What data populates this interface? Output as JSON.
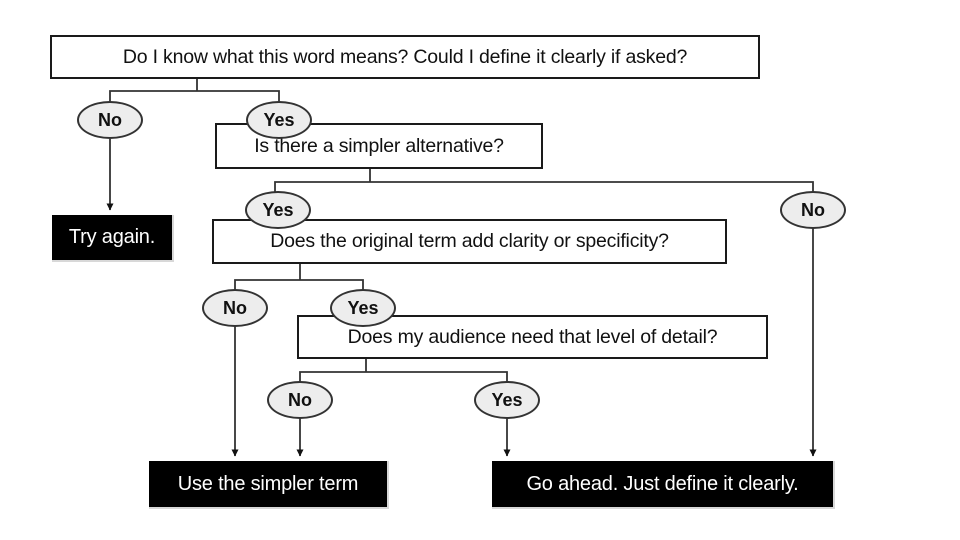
{
  "palette": {
    "background": "#ffffff",
    "box_border": "#1a1a1a",
    "box_fill": "#ffffff",
    "outcome_fill": "#000000",
    "outcome_text": "#ffffff",
    "ellipse_fill": "#ededed",
    "ellipse_border": "#333333",
    "line": "#333333",
    "text": "#111111"
  },
  "flowchart": {
    "questions": [
      {
        "id": "q1",
        "label": "Do I know what this word means? Could I define it clearly if asked?"
      },
      {
        "id": "q2",
        "label": "Is there a simpler alternative?"
      },
      {
        "id": "q3",
        "label": "Does the original term add clarity or specificity?"
      },
      {
        "id": "q4",
        "label": "Does my audience need that level of detail?"
      }
    ],
    "answers": [
      {
        "id": "q1-no",
        "label": "No"
      },
      {
        "id": "q1-yes",
        "label": "Yes"
      },
      {
        "id": "q2-yes",
        "label": "Yes"
      },
      {
        "id": "q2-no",
        "label": "No"
      },
      {
        "id": "q3-no",
        "label": "No"
      },
      {
        "id": "q3-yes",
        "label": "Yes"
      },
      {
        "id": "q4-no",
        "label": "No"
      },
      {
        "id": "q4-yes",
        "label": "Yes"
      }
    ],
    "outcomes": [
      {
        "id": "try-again",
        "label": "Try again."
      },
      {
        "id": "use-simpler",
        "label": "Use the simpler term"
      },
      {
        "id": "go-ahead",
        "label": "Go ahead. Just define it clearly."
      }
    ],
    "edges": [
      {
        "from": "q1",
        "answer": "No",
        "to": "try-again"
      },
      {
        "from": "q1",
        "answer": "Yes",
        "to": "q2"
      },
      {
        "from": "q2",
        "answer": "Yes",
        "to": "q3"
      },
      {
        "from": "q2",
        "answer": "No",
        "to": "go-ahead"
      },
      {
        "from": "q3",
        "answer": "No",
        "to": "use-simpler"
      },
      {
        "from": "q3",
        "answer": "Yes",
        "to": "q4"
      },
      {
        "from": "q4",
        "answer": "No",
        "to": "use-simpler"
      },
      {
        "from": "q4",
        "answer": "Yes",
        "to": "go-ahead"
      }
    ]
  }
}
